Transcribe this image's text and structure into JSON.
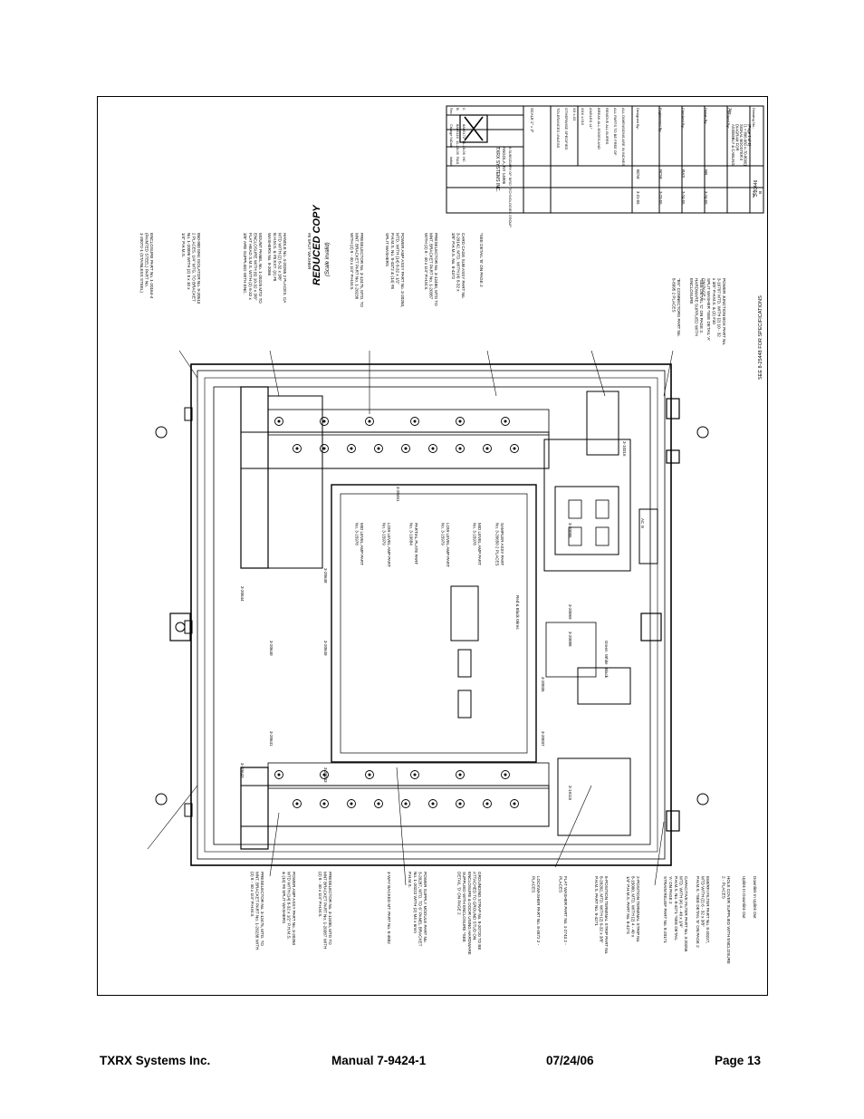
{
  "document": {
    "stamp": {
      "title": "REDUCED COPY",
      "subtitle": "(Scale invalid)"
    },
    "title_block": {
      "company_line1": "TXRX SYSTEMS INC.",
      "company_line2": "ANGOLA, NY 14006",
      "company_line3": "A SUBSIDIARY OF BIRD TECHNOLOGIES GROUP",
      "rev_header": [
        "Rev",
        "Change No.",
        "Date",
        "Initials"
      ],
      "rev_rows": [
        [
          "B",
          "8A05116",
          "11-28-05",
          "RAS"
        ],
        [
          "C",
          "8A05172",
          "11-28-06",
          "HC"
        ]
      ],
      "scale": "SCALE 1\" = 2\"",
      "tolerances": [
        "TOLERANCES UNLESS",
        "OTHERWISE SPECIFIED",
        "XX  ±.03",
        "XXX  ±.010",
        "ANGLES ±1°",
        "BREAK ALL EDGES AND",
        "REMOVE ALL BURRS",
        "ALL PARTS TO BE FREE OF",
        "ALL DIMENSIONS ARE IN INCHES"
      ],
      "signoffs": [
        {
          "role": "Designed By:",
          "name": "BCW",
          "date": "3-21-05"
        },
        {
          "role": "Engineered By:",
          "name": "BCW",
          "date": "3-23-05"
        },
        {
          "role": "Checked By:",
          "name": "RAS",
          "date": "3-24-05"
        },
        {
          "role": "Drawn By:",
          "name": "BR",
          "date": "3-24-05"
        },
        {
          "role": "Checked By:",
          "name": "",
          "date": ""
        }
      ],
      "title_label": "Title:",
      "title_lines": [
        "ASSEMBLY & CABLING",
        "DIAGRAM FOR",
        "SIGNAL BOOSTER II",
        "(1 = 896-960 A-70-8000)",
        "(Page 1 of 2)"
      ],
      "drawing_no_label": "Drawing No.:",
      "drawing_no": "3-20446",
      "rev_label": "Rev.",
      "rev_value": "B",
      "spec_note": "SEE 8-25448 FOR SPECIFICATIONS"
    },
    "callouts_left": [
      "ENCLOSURE PART No. 1-20164-4 (PAINTED STEEL) PART No. 1-20072-1 (STAINLESS STEEL)",
      "850-900 MHz ISOLATOR No. 9-20513 2 PLACES. 1/4\" MTG. TO BRACKET No. 1-20096 WITH (2) 8 x 10 x 1/4\" P.H.M.S.",
      "MOUNT PANEL No. 1-20225 MTD TO ENCLOSURE WITH (6) 10-32 x 3/8\" FLAT HEAD S.M.S. WITH (2) 6-32 x 3/8\" ARE SUPPLIED WITH ENC.",
      "HANDLE No. 4-20265 2 PLACES. CA MTD WITH (2) 8-32 x 3/8\" B.H.M.S. & #8 EXT. (2) #8 WASHERS No. 9-2066",
      "#8 SPLIT WASHER",
      "PRESELECTOR No. 3-12475, MTD. TO MNT. BRACKET PART No. 1-20238 WITH (2) 8 - 40 x 1/4\" P.H.M.S.",
      "POWER AMP ASSY PART No. 3-20250, MTD. WITH (14) 8-32 x 1/2\" P.H.M.S. No. 8-4372 & (14) #8 SPLIT WASHERS",
      "PRESELECTOR No. 3-12480, MTD TO MNT. BRACKET PART No. 1-20387 WITH (2) 8 - 40 x 1/4\" P.H.M.S.",
      "CARD CAGE SUB ASSY PART No. 3-20142. MTD. WITH (4) 6-32 x 3/8\" P.H.M.S. No. 8-4372",
      "*SEE DETAIL 'B' ON PAGE 2"
    ],
    "callouts_bottom": [
      "PRESELECTOR No. 3-12475, MTD. TO MNT. BRACKET PART No. 1-20238 WITH (2) 8 - 40 x 1/4\" P.H.M.S.",
      "POWER AMP ASSY PART No. 3-20250 MTD WITH (14) 8-32 x 1/2\" P.H.M.S. & (14) #8 SPLIT WASHERS",
      "PRESELECTOR No. 3-12480, MTD TO MNT BRACKET PART No. 1-20387 WITH (2) 8 - 40 x 1/4\" P.H.M.S.",
      "4-WAY BACKED MT. PART No. 8-4882",
      "POWER SUPPLY MODULE PART No. 3-20287, MTD. TO 6\" PANEL BRACKET No. 1-20222 WITH (2) M4 x 6mm P.H.M.S.",
      "GROUNDING STRAP No. 8-20720 TO BE ATTACHED TO GROUND STUD ON ENCLOSURE & DOOR USING HARDWARE SUPPLIED WITH ENCLOSURE *SEE DETAIL 'D' ON PAGE 2",
      "LOCKWASHER PART No. 8-4872 2 - PLACES",
      "FLAT WASHER PART No. 1-2743 2 - PLACES",
      "6-POSITION TERMINAL STRIP PART No. 8-20202, MTD. WITH (2) 6-32 x 3/8\" P.H.M.S. PART No. 8-4271",
      "2-POSITION TERMINAL STRIP No. 8-15000, MTD. WITH (2) 4 - 40 x 1/4\" P.H.M.S. PART No. 8-4271",
      "STRAIN RELIEF PART No. 8-20171",
      "CAPACITIVE FILTER PART No. 3-20256 MTD. WITH (4) 4 - 40 x 1/4\" P.H.M.S. No. 8-4271 *SEE DETAIL 'A' ON PAGE 2",
      "EMI/RFI FILTER PART No. 8-20227, MTD WITH (2) 6 - 32 x 3/8\" P.H.M.S. *SEE DETAIL 'E' ON PAGE 2",
      "HOLE COVER SUPPLIED WITH ENCLOSURE 2 - PLACES",
      "Uplink In Downlink Out",
      "Downlink In Uplink Out",
      "POWER JUNCTION BOX PART No. 3-16707 MTD. WITH (2) 10 - 32 x 3/8\" P.H.M.S. & (2) #10 SPLIT WASHER *SEE DETAIL 'A' ON PAGE 2",
      "*SEE DETAIL 'C' ON PAGE 2. HARDWARE SUPPLIED WITH ENCLOSURE",
      "\"BS\" CONNECTORS PART No. 8-8995 2 PLACES"
    ],
    "module_labels": [
      "MID LEVEL AMP PART No. 3-15978",
      "LOW LEVEL AMP PART No. 3-15979",
      "PARTIAL PLATE PART No. 3-19684",
      "LOW LEVEL AMP PART No. 3-15979",
      "MID LEVEL AMP PART No. 3-15978",
      "SAMPLER ASSY PART No. 3-20650 2 PLACES"
    ],
    "cable_tags": [
      "3-20644",
      "3-20643",
      "3-20640",
      "3-20641",
      "3-20035",
      "3-20037",
      "3-20069",
      "3-20086",
      "3-20088",
      "3-19115",
      "3-10316",
      "3-20461",
      "3-20649",
      "3-20648",
      "3-20043"
    ],
    "misc_labels": [
      "AC In",
      "Red & Black Wires",
      "Green",
      "White",
      "Black"
    ]
  },
  "footer": {
    "company": "TXRX Systems Inc.",
    "manual": "Manual 7-9424-1",
    "date": "07/24/06",
    "page": "Page 13"
  }
}
